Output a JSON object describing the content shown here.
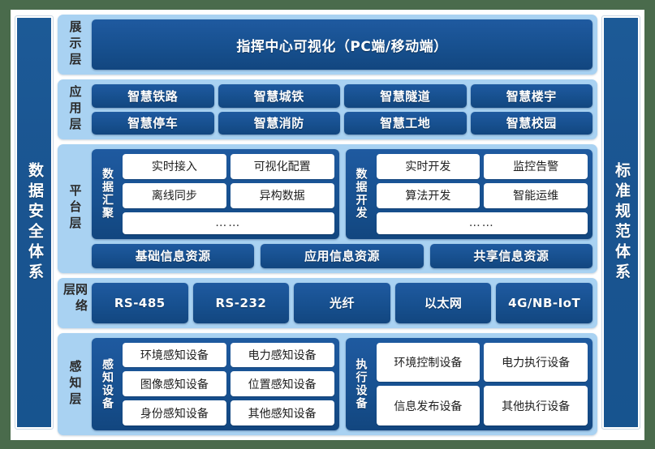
{
  "left_pillar": {
    "label": "数据安全体系"
  },
  "right_pillar": {
    "label": "标准规范体系"
  },
  "layers": {
    "display": {
      "name": "展示层",
      "banner": "指挥中心可视化（PC端/移动端）"
    },
    "application": {
      "name": "应用层",
      "items": [
        "智慧铁路",
        "智慧城铁",
        "智慧隧道",
        "智慧楼宇",
        "智慧停车",
        "智慧消防",
        "智慧工地",
        "智慧校园"
      ]
    },
    "platform": {
      "name": "平台层",
      "groups": [
        {
          "title": "数据汇聚",
          "items": [
            "实时接入",
            "可视化配置",
            "离线同步",
            "异构数据"
          ],
          "more": "……"
        },
        {
          "title": "数据开发",
          "items": [
            "实时开发",
            "监控告警",
            "算法开发",
            "智能运维"
          ],
          "more": "……"
        }
      ],
      "resources": [
        "基础信息资源",
        "应用信息资源",
        "共享信息资源"
      ]
    },
    "network": {
      "name": "网络层",
      "items": [
        "RS-485",
        "RS-232",
        "光纤",
        "以太网",
        "4G/NB-IoT"
      ]
    },
    "sense": {
      "name": "感知层",
      "groups": [
        {
          "title": "感知设备",
          "items": [
            "环境感知设备",
            "电力感知设备",
            "图像感知设备",
            "位置感知设备",
            "身份感知设备",
            "其他感知设备"
          ]
        },
        {
          "title": "执行设备",
          "items": [
            "环境控制设备",
            "电力执行设备",
            "信息发布设备",
            "其他执行设备"
          ]
        }
      ]
    }
  },
  "colors": {
    "page_background": "#4a6b4c",
    "panel_light_blue": "#a9d2f2",
    "chip_dark_blue": "#17508f",
    "pillar_blue": "#1a5490",
    "box_white": "#ffffff"
  }
}
